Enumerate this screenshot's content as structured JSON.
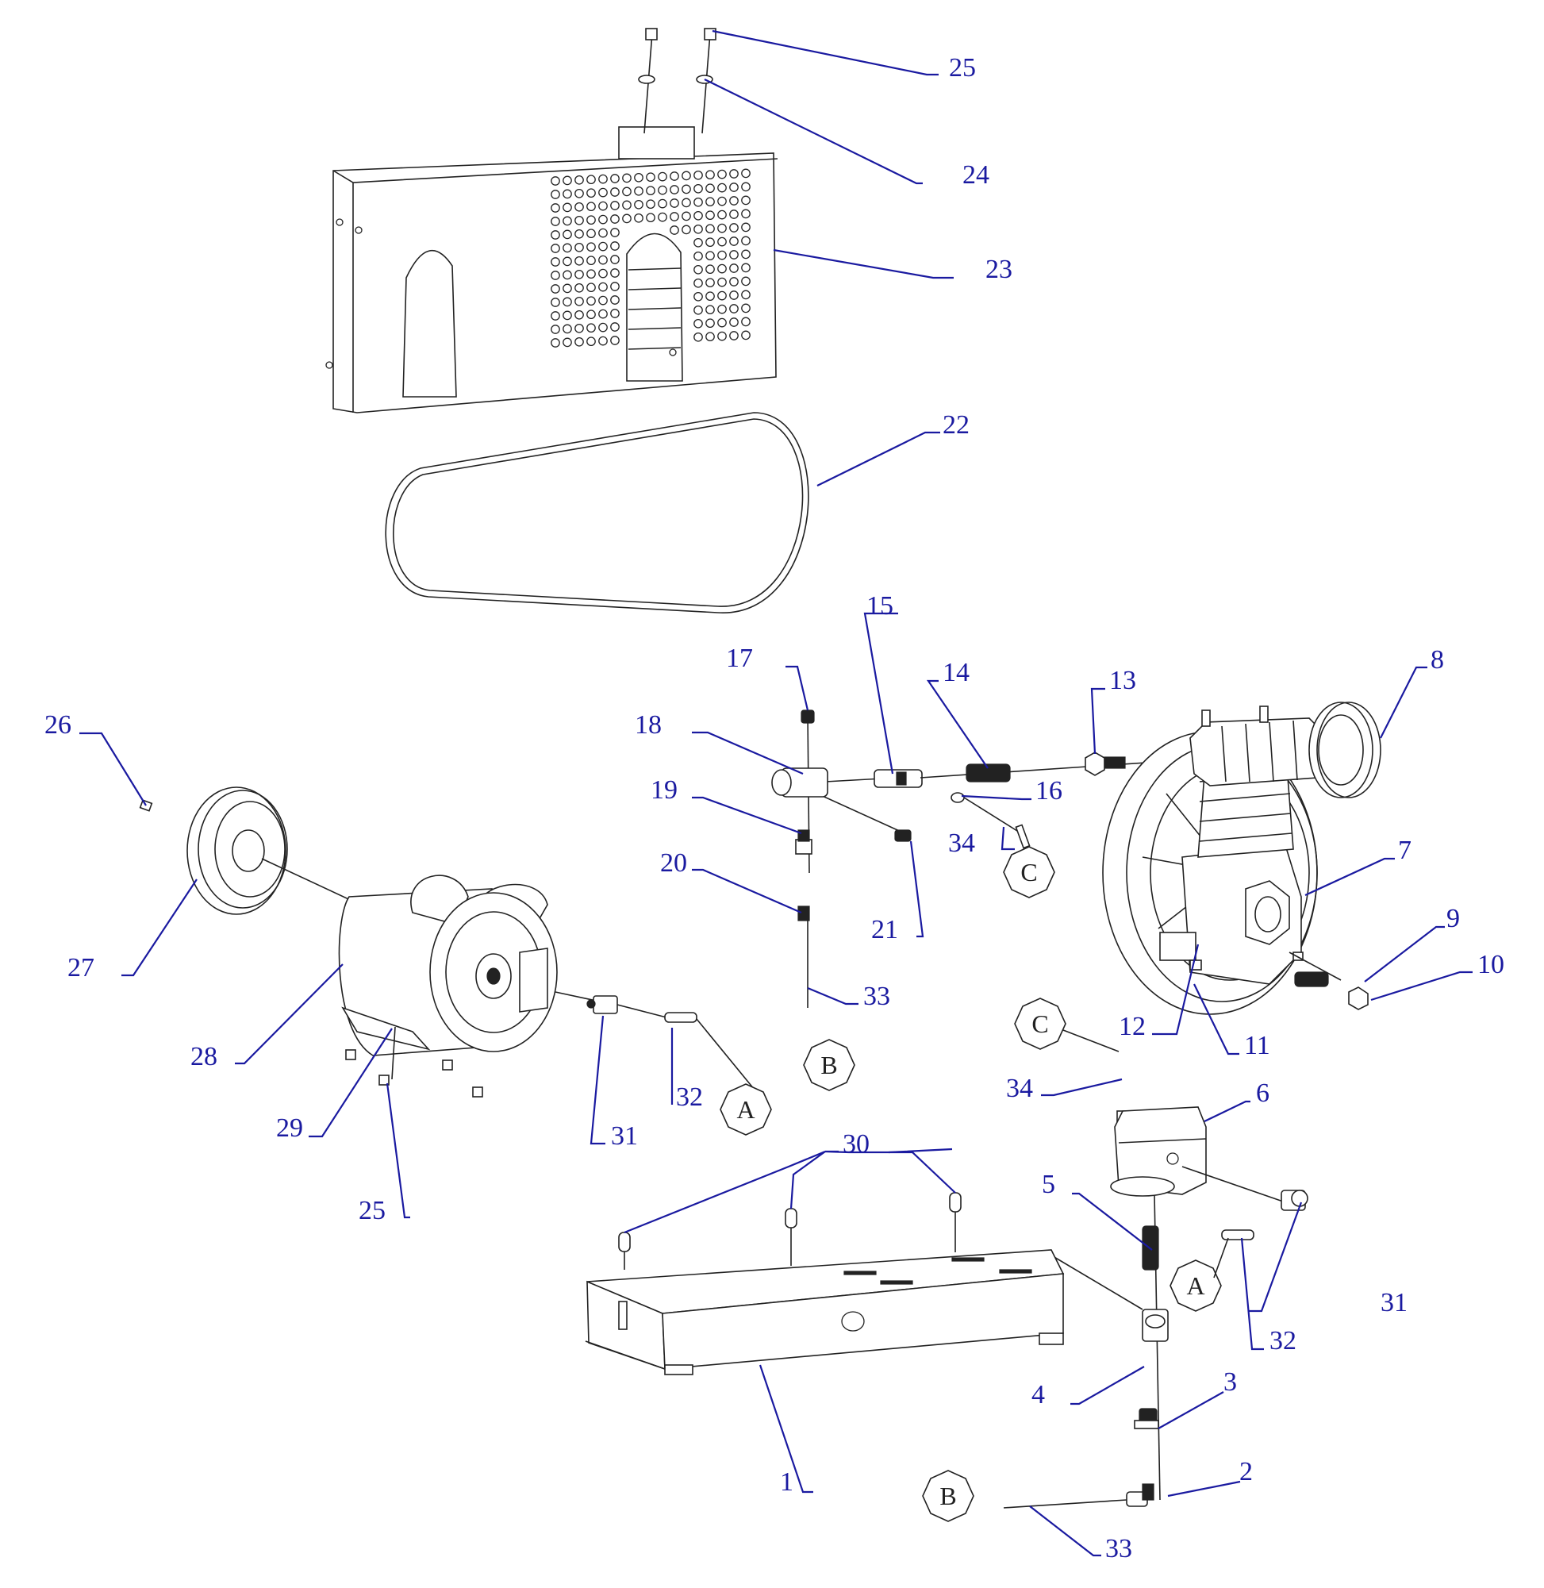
{
  "callouts": [
    "1",
    "2",
    "3",
    "4",
    "5",
    "6",
    "7",
    "8",
    "9",
    "10",
    "11",
    "12",
    "13",
    "14",
    "15",
    "16",
    "17",
    "18",
    "19",
    "20",
    "21",
    "22",
    "23",
    "24",
    "25",
    "26",
    "27",
    "28",
    "29",
    "30",
    "31",
    "32",
    "33",
    "34"
  ],
  "connection_refs": [
    "A",
    "B",
    "C"
  ],
  "colors": {
    "callout": "#1a1aa0",
    "linework": "#222222",
    "background": "#ffffff"
  }
}
